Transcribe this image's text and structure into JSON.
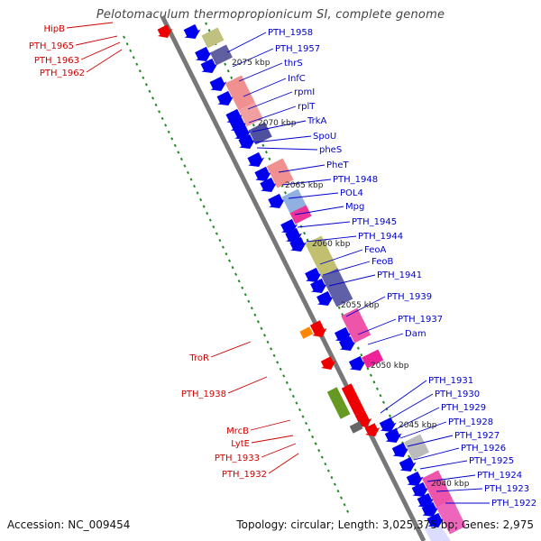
{
  "title": "Pelotomaculum thermopropionicum SI, complete genome",
  "footer": {
    "accession": "Accession: NC_009454",
    "summary": "Topology: circular; Length: 3,025,375 bp; Genes: 2,975"
  },
  "colors": {
    "backbone": "#777777",
    "gene_forward": "#0000ee",
    "gene_reverse": "#ee0000",
    "label_right": "#0000cc",
    "label_left": "#cc0000",
    "tick_green": "#228822"
  },
  "scale_labels": [
    "2075 kbp",
    "2070 kbp",
    "2065 kbp",
    "2060 kbp",
    "2055 kbp",
    "2050 kbp",
    "2045 kbp",
    "2040 kbp"
  ],
  "right_labels": [
    "PTH_1958",
    "PTH_1957",
    "thrS",
    "InfC",
    "rpmI",
    "rplT",
    "TrkA",
    "SpoU",
    "pheS",
    "PheT",
    "PTH_1948",
    "POL4",
    "Mpg",
    "PTH_1945",
    "PTH_1944",
    "FeoA",
    "FeoB",
    "PTH_1941",
    "PTH_1939",
    "PTH_1937",
    "Dam",
    "PTH_1931",
    "PTH_1930",
    "PTH_1929",
    "PTH_1928",
    "PTH_1927",
    "PTH_1926",
    "PTH_1925",
    "PTH_1924",
    "PTH_1923",
    "PTH_1922"
  ],
  "left_labels": [
    "HipB",
    "PTH_1965",
    "PTH_1963",
    "PTH_1962",
    "TroR",
    "PTH_1938",
    "MrcB",
    "LytE",
    "PTH_1933",
    "PTH_1932"
  ]
}
